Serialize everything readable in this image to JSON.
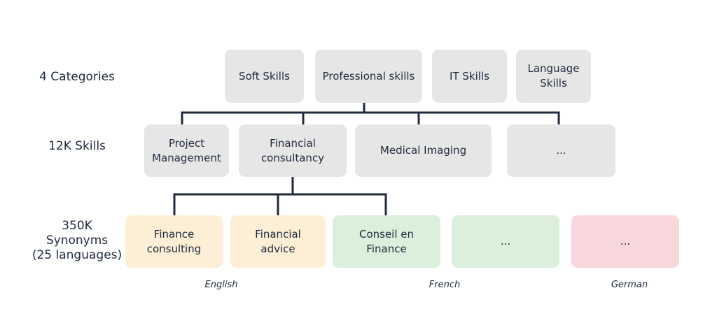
{
  "levels": {
    "categories": "4 Categories",
    "skills": "12K Skills",
    "synonyms": "350K\nSynonyms\n(25 languages)"
  },
  "categories": [
    "Soft Skills",
    "Professional skills",
    "IT Skills",
    "Language\nSkills"
  ],
  "skills": [
    "Project\nManagement",
    "Financial\nconsultancy",
    "Medical Imaging",
    "..."
  ],
  "synonyms": [
    "Finance\nconsulting",
    "Financial\nadvice",
    "Conseil en\nFinance",
    "...",
    "..."
  ],
  "languages": {
    "english": "English",
    "french": "French",
    "german": "German"
  },
  "colors": {
    "category_box": "#e6e6e6",
    "english_box": "#fcefd6",
    "french_box": "#dcefdc",
    "german_box": "#f8d7dc",
    "connector": "#1f2a3c"
  }
}
